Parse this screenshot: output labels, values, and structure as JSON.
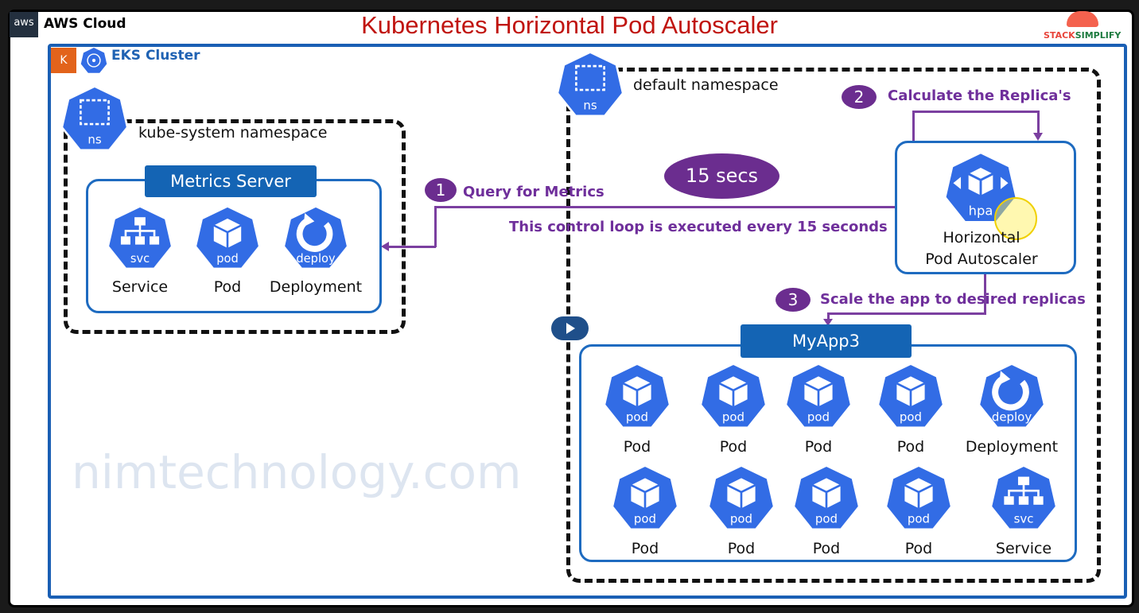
{
  "header": {
    "aws_logo": "aws",
    "aws_cloud": "AWS Cloud",
    "title": "Kubernetes Horizontal Pod Autoscaler",
    "brand_a": "STACK",
    "brand_b": "SIMPLIFY"
  },
  "eks": {
    "label": "EKS Cluster",
    "k8s_icon": "K"
  },
  "kube_system": {
    "ns_icon": "ns",
    "label": "kube-system namespace",
    "metrics_server": "Metrics Server",
    "items": [
      {
        "icon": "svc",
        "label": "Service"
      },
      {
        "icon": "pod",
        "label": "Pod"
      },
      {
        "icon": "deploy",
        "label": "Deployment"
      }
    ]
  },
  "default_ns": {
    "ns_icon": "ns",
    "label": "default namespace"
  },
  "steps": {
    "s1_num": "1",
    "s1": "Query for Metrics",
    "s2_num": "2",
    "s2": "Calculate the Replica's",
    "s3_num": "3",
    "s3": "Scale the app to desired replicas"
  },
  "interval": "15 secs",
  "loop_note": "This control loop is executed every 15 seconds",
  "hpa": {
    "icon": "hpa",
    "line1": "Horizontal",
    "line2": "Pod Autoscaler"
  },
  "myapp": {
    "title": "MyApp3",
    "row1": [
      {
        "icon": "pod",
        "label": "Pod"
      },
      {
        "icon": "pod",
        "label": "Pod"
      },
      {
        "icon": "pod",
        "label": "Pod"
      },
      {
        "icon": "pod",
        "label": "Pod"
      },
      {
        "icon": "deploy",
        "label": "Deployment"
      }
    ],
    "row2": [
      {
        "icon": "pod",
        "label": "Pod"
      },
      {
        "icon": "pod",
        "label": "Pod"
      },
      {
        "icon": "pod",
        "label": "Pod"
      },
      {
        "icon": "pod",
        "label": "Pod"
      },
      {
        "icon": "svc",
        "label": "Service"
      }
    ]
  },
  "watermark": "nimtechnology.com",
  "colors": {
    "k8s_blue": "#326ce5",
    "purple": "#6b2d8f",
    "title_red": "#c0140f"
  }
}
